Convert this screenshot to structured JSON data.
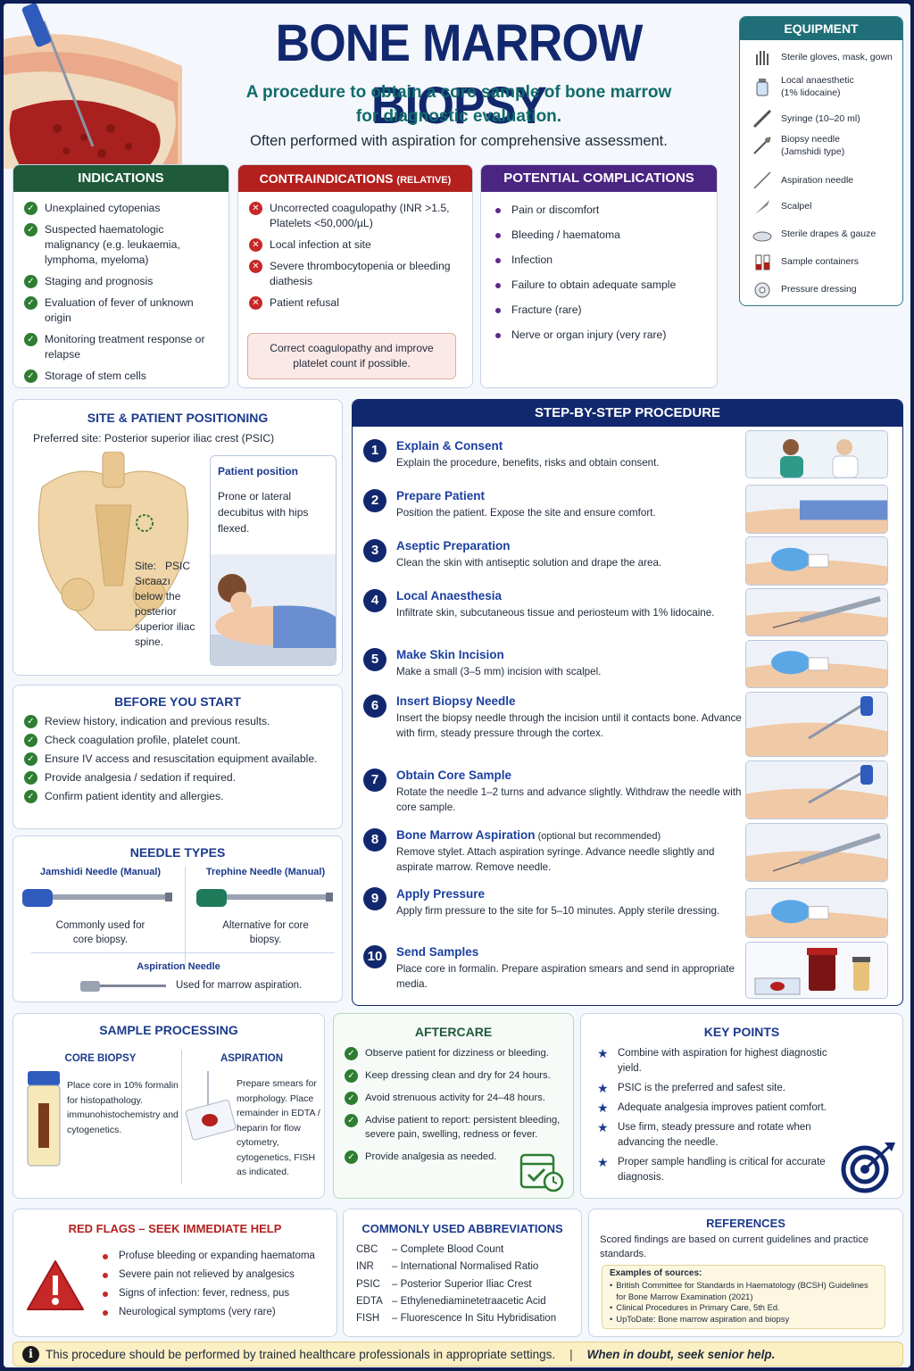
{
  "header": {
    "title": "BONE MARROW BIOPSY",
    "subtitle_line1": "A procedure to obtain a core sample of bone marrow",
    "subtitle_line2": "for diagnostic evaluation.",
    "subtitle_line3": "Often performed with aspiration for comprehensive assessment."
  },
  "equipment": {
    "title": "EQUIPMENT",
    "items": [
      {
        "label": "Sterile gloves, mask, gown",
        "icon": "gloves-icon"
      },
      {
        "label": "Local anaesthetic\n(1% lidocaine)",
        "icon": "vial-icon"
      },
      {
        "label": "Syringe (10–20 ml)",
        "icon": "syringe-icon"
      },
      {
        "label": "Biopsy needle\n(Jamshidi type)",
        "icon": "biopsy-needle-icon"
      },
      {
        "label": "Aspiration needle",
        "icon": "aspiration-needle-icon"
      },
      {
        "label": "Scalpel",
        "icon": "scalpel-icon"
      },
      {
        "label": "Sterile drapes & gauze",
        "icon": "drapes-icon"
      },
      {
        "label": "Sample containers",
        "icon": "sample-tubes-icon"
      },
      {
        "label": "Pressure dressing",
        "icon": "dressing-roll-icon"
      }
    ]
  },
  "indications": {
    "title": "INDICATIONS",
    "items": [
      "Unexplained cytopenias",
      "Suspected haematologic malignancy (e.g. leukaemia, lymphoma, myeloma)",
      "Staging and prognosis",
      "Evaluation of fever of unknown origin",
      "Monitoring treatment response or relapse",
      "Storage of stem cells"
    ]
  },
  "contraindications": {
    "title": "CONTRAINDICATIONS",
    "title_suffix": "(RELATIVE)",
    "items": [
      "Uncorrected coagulopathy (INR >1.5, Platelets <50,000/µL)",
      "Local infection at site",
      "Severe thrombocytopenia or bleeding diathesis",
      "Patient refusal"
    ],
    "note": "Correct coagulopathy and improve platelet count if possible."
  },
  "complications": {
    "title": "POTENTIAL COMPLICATIONS",
    "items": [
      "Pain or discomfort",
      "Bleeding / haematoma",
      "Infection",
      "Failure to obtain adequate sample",
      "Fracture (rare)",
      "Nerve or organ injury (very rare)"
    ]
  },
  "site": {
    "title": "SITE & PATIENT POSITIONING",
    "preferred": "Preferred site: Posterior superior iliac crest (PSIC)",
    "site_label": "Site:",
    "site_abbr": "PSIC",
    "site_garbled": "Sıcaazı",
    "site_desc": "below the posterior superior iliac spine.",
    "position_title": "Patient position",
    "position_text": "Prone or lateral decubitus with hips flexed."
  },
  "before": {
    "title": "BEFORE YOU START",
    "items": [
      "Review history, indication and previous results.",
      "Check coagulation profile, platelet count.",
      "Ensure IV access and resuscitation equipment available.",
      "Provide analgesia / sedation if required.",
      "Confirm patient identity and allergies."
    ]
  },
  "needles": {
    "title": "NEEDLE TYPES",
    "jamshidi_title": "Jamshidi Needle (Manual)",
    "jamshidi_text": "Commonly used for core biopsy.",
    "trephine_title": "Trephine Needle (Manual)",
    "trephine_text": "Alternative for core biopsy.",
    "aspiration_title": "Aspiration Needle",
    "aspiration_text": "Used for marrow aspiration."
  },
  "procedure": {
    "title": "STEP-BY-STEP PROCEDURE",
    "steps": [
      {
        "num": "1",
        "title": "Explain & Consent",
        "note": "",
        "text": "Explain the procedure, benefits, risks and obtain consent."
      },
      {
        "num": "2",
        "title": "Prepare Patient",
        "note": "",
        "text": "Position the patient. Expose the site and ensure comfort."
      },
      {
        "num": "3",
        "title": "Aseptic Preparation",
        "note": "",
        "text": "Clean the skin with antiseptic solution and drape the area."
      },
      {
        "num": "4",
        "title": "Local Anaesthesia",
        "note": "",
        "text": "Infiltrate skin, subcutaneous tissue and periosteum with 1% lidocaine."
      },
      {
        "num": "5",
        "title": "Make Skin Incision",
        "note": "",
        "text": "Make a small (3–5  mm) incision with scalpel."
      },
      {
        "num": "6",
        "title": "Insert Biopsy Needle",
        "note": "",
        "text": "Insert the biopsy needle through the incision until it contacts bone. Advance with firm, steady pressure through the cortex."
      },
      {
        "num": "7",
        "title": "Obtain Core Sample",
        "note": "",
        "text": "Rotate the needle 1–2 turns and advance slightly. Withdraw the needle with core sample."
      },
      {
        "num": "8",
        "title": "Bone Marrow Aspiration",
        "note": " (optional but recommended)",
        "text": "Remove stylet. Attach aspiration syringe. Advance needle slightly and aspirate marrow. Remove needle."
      },
      {
        "num": "9",
        "title": "Apply Pressure",
        "note": "",
        "text": "Apply firm pressure to the site for 5–10 minutes. Apply sterile dressing."
      },
      {
        "num": "10",
        "title": "Send Samples",
        "note": "",
        "text": "Place core in formalin. Prepare aspiration smears and send in appropriate media."
      }
    ]
  },
  "processing": {
    "title": "SAMPLE PROCESSING",
    "core_title": "CORE BIOPSY",
    "core_text": "Place core in 10% formalin for histopathology. immunohistochemistry and cytogenetics.",
    "asp_title": "ASPIRATION",
    "asp_text": "Prepare smears for morphology. Place remainder in EDTA / heparin for flow cytometry, cytogenetics, FISH as indicated."
  },
  "aftercare": {
    "title": "AFTERCARE",
    "items": [
      "Observe patient for dizziness or bleeding.",
      "Keep dressing clean and dry for 24 hours.",
      "Avoid strenuous activity for 24–48 hours.",
      "Advise patient to report: persistent bleeding, severe pain, swelling, redness or fever.",
      "Provide analgesia as needed."
    ]
  },
  "keypoints": {
    "title": "KEY POINTS",
    "items": [
      "Combine with aspiration for highest diagnostic yield.",
      "PSIC is the preferred and safest site.",
      "Adequate analgesia improves patient comfort.",
      "Use firm, steady pressure and rotate when advancing the needle.",
      "Proper sample handling is critical for accurate diagnosis."
    ]
  },
  "redflags": {
    "title": "RED FLAGS – SEEK IMMEDIATE HELP",
    "items": [
      "Profuse bleeding or expanding haematoma",
      "Severe pain not relieved by analgesics",
      "Signs of infection: fever, redness, pus",
      "Neurological symptoms (very rare)"
    ]
  },
  "abbreviations": {
    "title": "COMMONLY USED ABBREVIATIONS",
    "items": [
      {
        "abbr": "CBC",
        "def": "– Complete Blood Count"
      },
      {
        "abbr": "INR",
        "def": "– International Normalised Ratio"
      },
      {
        "abbr": "PSIC",
        "def": "– Posterior Superior Iliac Crest"
      },
      {
        "abbr": "EDTA",
        "def": "– Ethylenediaminetetraacetic Acid"
      },
      {
        "abbr": "FISH",
        "def": "– Fluorescence In Situ Hybridisation"
      }
    ]
  },
  "references": {
    "title": "REFERENCES",
    "intro": "Scored findings are based on current guidelines and practice standards.",
    "examples_title": "Examples of sources:",
    "sources": [
      "British Committee for Standards in Haematology (BCSH) Guidelines for Bone Marrow Examination (2021)",
      "Clinical Procedures in Primary Care, 5th Ed.",
      "UpToDate: Bone marrow aspiration and biopsy"
    ]
  },
  "footer": {
    "text": "This procedure should be performed by trained healthcare professionals in appropriate settings.",
    "divider": "|",
    "emphasis": "When in doubt, seek senior help."
  }
}
